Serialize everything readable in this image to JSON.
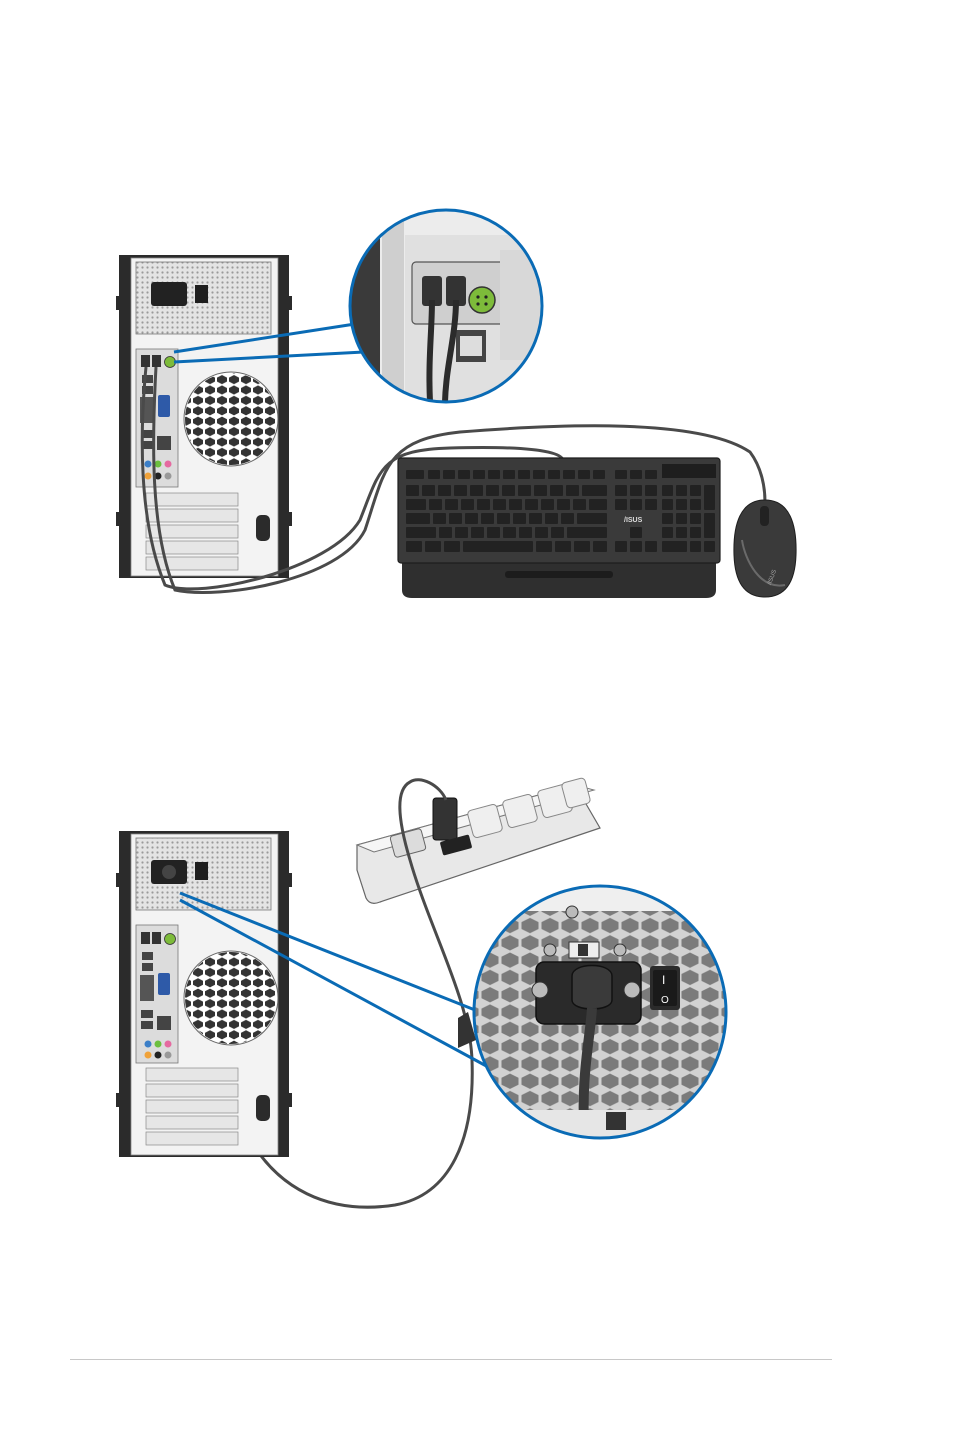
{
  "figure_1": {
    "keyboard_brand": "/ISUS",
    "mouse_brand": "/ISUS"
  },
  "figure_2": {
    "switch_on_symbol": "I",
    "switch_off_symbol": "O"
  },
  "colors": {
    "callout_blue": "#0a6bb5",
    "tower_dark": "#2d2d2d",
    "panel_gray": "#d9d9d9",
    "vent_gray": "#3a3a3a",
    "keyboard_black": "#333333",
    "cable_gray": "#4a4a4a",
    "ps2_green": "#7dbb3a",
    "vga_blue": "#2e5aa8",
    "audio_pink": "#e56aa0",
    "audio_green": "#6cbf3f",
    "audio_blue": "#3c7fc8",
    "power_strip": "#e8e8e8"
  },
  "icons": [
    "tower-back-panel",
    "ps2-port",
    "usb-port",
    "vga-port",
    "keyboard",
    "mouse",
    "power-strip",
    "power-socket",
    "power-switch",
    "power-cord"
  ]
}
